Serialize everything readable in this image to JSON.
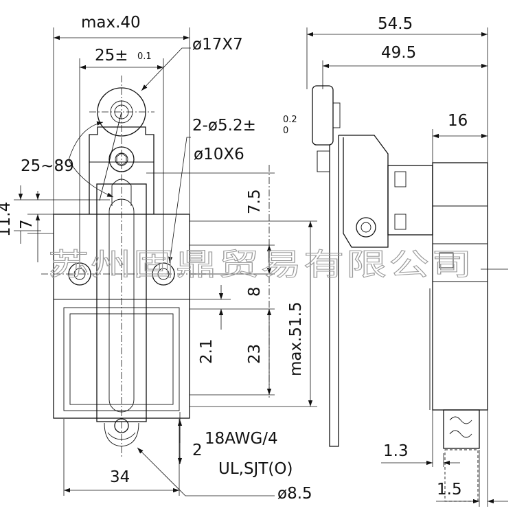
{
  "dimensions": {
    "max_width": "max.40",
    "bolt_spacing_value": "25±",
    "bolt_spacing_tol": "0.1",
    "roller_size": "ø17X7",
    "mount_hole_prefix": "2-ø5.2±",
    "mount_hole_tol_upper": "0.2",
    "mount_hole_tol_lower": "0",
    "roller_hub": "ø10X6",
    "lever_angle": "25~89",
    "left_11_4": "11.4",
    "left_7": "7",
    "dim_7_5": "7.5",
    "dim_8": "8",
    "dim_2_1": "2.1",
    "dim_23": "23",
    "max_height": "max.51.5",
    "base_width": "34",
    "cable_wire": "18AWG/4",
    "cable_cert": "UL,SJT(O)",
    "cable_dia": "ø8.5",
    "cable_lead_2": "2",
    "side_total": "54.5",
    "side_body": "49.5",
    "side_depth": "16",
    "side_1_3": "1.3",
    "side_1_5": "1.5"
  },
  "watermark": "苏州固鼎贸易有限公司"
}
